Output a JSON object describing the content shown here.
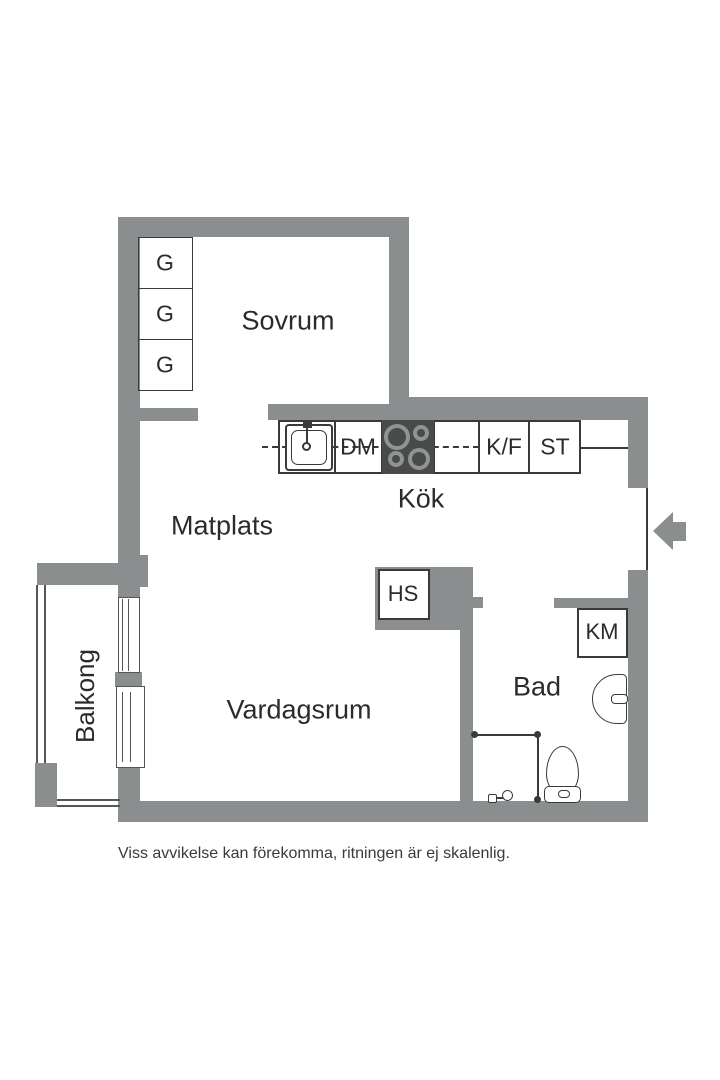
{
  "plan": {
    "rooms": {
      "sovrum": "Sovrum",
      "kok": "Kök",
      "matplats": "Matplats",
      "vardagsrum": "Vardagsrum",
      "bad": "Bad",
      "balkong": "Balkong"
    },
    "storage": {
      "wardrobe": "G",
      "hall_closet": "HS"
    },
    "appliances": {
      "dishwasher": "DM",
      "fridge_freezer": "K/F",
      "st": "ST",
      "washing_machine": "KM"
    },
    "disclaimer": "Viss avvikelse kan förekomma, ritningen är ej skalenlig.",
    "colors": {
      "wall": "#8a8e8f",
      "line": "#3a3a3a",
      "stove": "#4a4a4a",
      "text": "#2b2b2b"
    }
  }
}
